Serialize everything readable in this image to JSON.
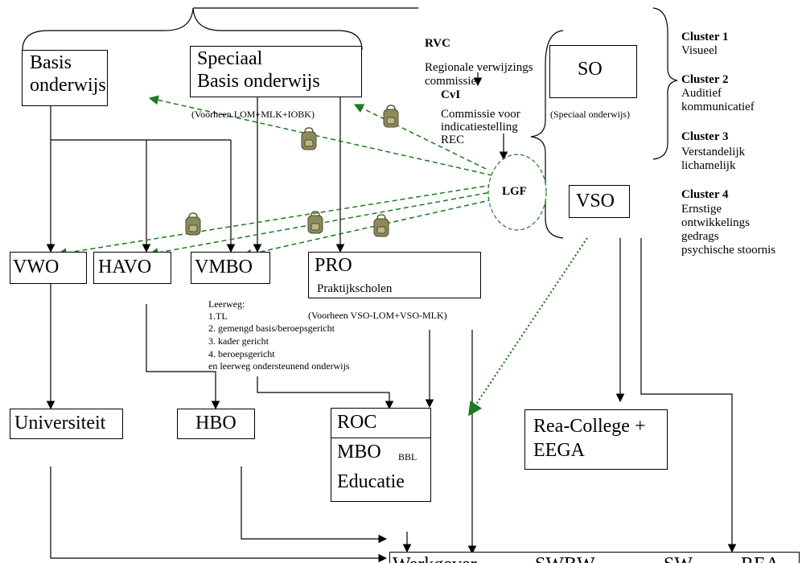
{
  "boxes": {
    "basis": [
      "Basis",
      "onderwijs"
    ],
    "speciaal": [
      "Speciaal",
      "Basis onderwijs"
    ],
    "so": "SO",
    "vso": "VSO",
    "vwo": "VWO",
    "havo": "HAVO",
    "vmbo": "VMBO",
    "pro": "PRO",
    "pro_sub": "Praktijkscholen",
    "universiteit": "Universiteit",
    "hbo": "HBO",
    "roc": "ROC",
    "mbo": "MBO",
    "mbo_sub": "BBL",
    "educatie": "Educatie",
    "rea_college": [
      "Rea-College +",
      "EEGA"
    ],
    "werkgever": "Werkgever",
    "swbw": "SWBW",
    "sw": "SW",
    "rea": "REA"
  },
  "notes": {
    "voorheen_lom": "(Voorheen LOM+MLK+IOBK)",
    "speciaal_onderwijs": "(Speciaal onderwijs)",
    "voorheen_vso": "(Voorheen  VSO-LOM+VSO-MLK)",
    "lgf": "LGF",
    "rvc_title": "RVC",
    "rvc_text": [
      "Regionale verwijzings",
      "commissie"
    ],
    "cvi_title": "CvI",
    "cvi_text": [
      "Commissie voor",
      "indicatiestelling",
      "REC"
    ],
    "leerweg": [
      "Leerweg:",
      "1.TL",
      "2. gemengd basis/beroepsgericht",
      "3. kader gericht",
      "4. beroepsgericht",
      "en leerweg ondersteunend onderwijs"
    ]
  },
  "clusters": [
    {
      "title": "Cluster 1",
      "lines": [
        "Visueel"
      ]
    },
    {
      "title": "Cluster 2",
      "lines": [
        "Auditief",
        "kommunicatief"
      ]
    },
    {
      "title": "Cluster 3",
      "lines": [
        "Verstandelijk",
        "lichamelijk"
      ]
    },
    {
      "title": "Cluster 4",
      "lines": [
        "Ernstige",
        "ontwikkelings",
        "gedrags",
        "psychische stoornis"
      ]
    }
  ],
  "colors": {
    "line": "#000000",
    "dashed_arrow": "#1e7a1e",
    "backpack": "#8c8a5a"
  },
  "icons": [
    "backpack-icon"
  ]
}
